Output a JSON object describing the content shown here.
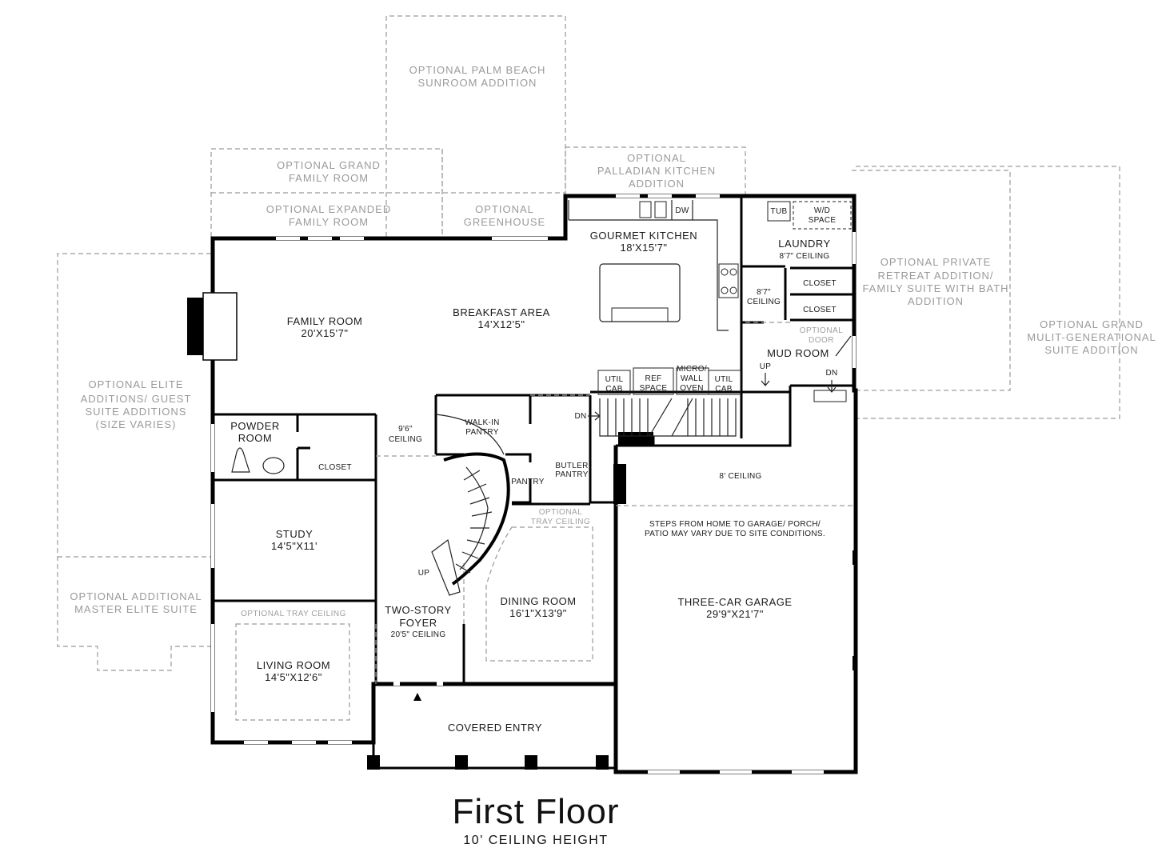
{
  "floor": {
    "title": "First Floor",
    "subtitle": "10' CEILING HEIGHT"
  },
  "optional": {
    "palm_beach": [
      "OPTIONAL PALM BEACH",
      "SUNROOM ADDITION"
    ],
    "grand_family": [
      "OPTIONAL GRAND",
      "FAMILY ROOM"
    ],
    "expanded_family": [
      "OPTIONAL EXPANDED",
      "FAMILY ROOM"
    ],
    "greenhouse": [
      "OPTIONAL",
      "GREENHOUSE"
    ],
    "palladian": [
      "OPTIONAL",
      "PALLADIAN KITCHEN",
      "ADDITION"
    ],
    "private_retreat": [
      "OPTIONAL PRIVATE",
      "RETREAT ADDITION/",
      "FAMILY SUITE WITH BATH",
      "ADDITION"
    ],
    "grand_multigen": [
      "OPTIONAL GRAND",
      "MULIT-GENERATIONAL",
      "SUITE ADDITION"
    ],
    "elite_additions": [
      "OPTIONAL ELITE",
      "ADDITIONS/ GUEST",
      "SUITE ADDITIONS",
      "(SIZE VARIES)"
    ],
    "master_elite": [
      "OPTIONAL ADDITIONAL",
      "MASTER ELITE SUITE"
    ],
    "optional_door": [
      "OPTIONAL",
      "DOOR"
    ],
    "tray_ceiling_dining": [
      "OPTIONAL",
      "TRAY CEILING"
    ],
    "tray_ceiling_living": "OPTIONAL TRAY CEILING"
  },
  "rooms": {
    "family_room": {
      "name": "FAMILY ROOM",
      "size": "20'X15'7\""
    },
    "breakfast": {
      "name": "BREAKFAST AREA",
      "size": "14'X12'5\""
    },
    "kitchen": {
      "name": "GOURMET KITCHEN",
      "size": "18'X15'7\""
    },
    "laundry": {
      "name": "LAUNDRY",
      "size": "8'7\" CEILING"
    },
    "mud_room": {
      "name": "MUD ROOM"
    },
    "powder_room": [
      "POWDER",
      "ROOM"
    ],
    "study": {
      "name": "STUDY",
      "size": "14'5\"X11'"
    },
    "living_room": {
      "name": "LIVING ROOM",
      "size": "14'5\"X12'6\""
    },
    "foyer": {
      "name": [
        "TWO-STORY",
        "FOYER"
      ],
      "size": "20'5\" CEILING"
    },
    "dining_room": {
      "name": "DINING ROOM",
      "size": "16'1\"X13'9\""
    },
    "garage": {
      "name": "THREE-CAR GARAGE",
      "size": "29'9\"X21'7\""
    },
    "covered_entry": {
      "name": "COVERED ENTRY"
    }
  },
  "labels": {
    "dw": "DW",
    "tub": "TUB",
    "wd_space": [
      "W/D",
      "SPACE"
    ],
    "closet": "CLOSET",
    "ceiling_87": [
      "8'7\"",
      "CEILING"
    ],
    "up": "UP",
    "dn": "DN",
    "util_cab": [
      "UTIL",
      "CAB"
    ],
    "ref_space": [
      "REF",
      "SPACE"
    ],
    "micro_oven": [
      "MICRO/",
      "WALL",
      "OVEN"
    ],
    "walk_in_pantry": [
      "WALK-IN",
      "PANTRY"
    ],
    "ceiling_96": [
      "9'6\"",
      "CEILING"
    ],
    "butler_pantry": [
      "BUTLER",
      "PANTRY"
    ],
    "pantry": "PANTRY",
    "garage_ceiling": "8' CEILING",
    "steps_note": [
      "STEPS FROM HOME TO GARAGE/ PORCH/",
      "PATIO MAY VARY DUE TO SITE CONDITIONS."
    ]
  }
}
